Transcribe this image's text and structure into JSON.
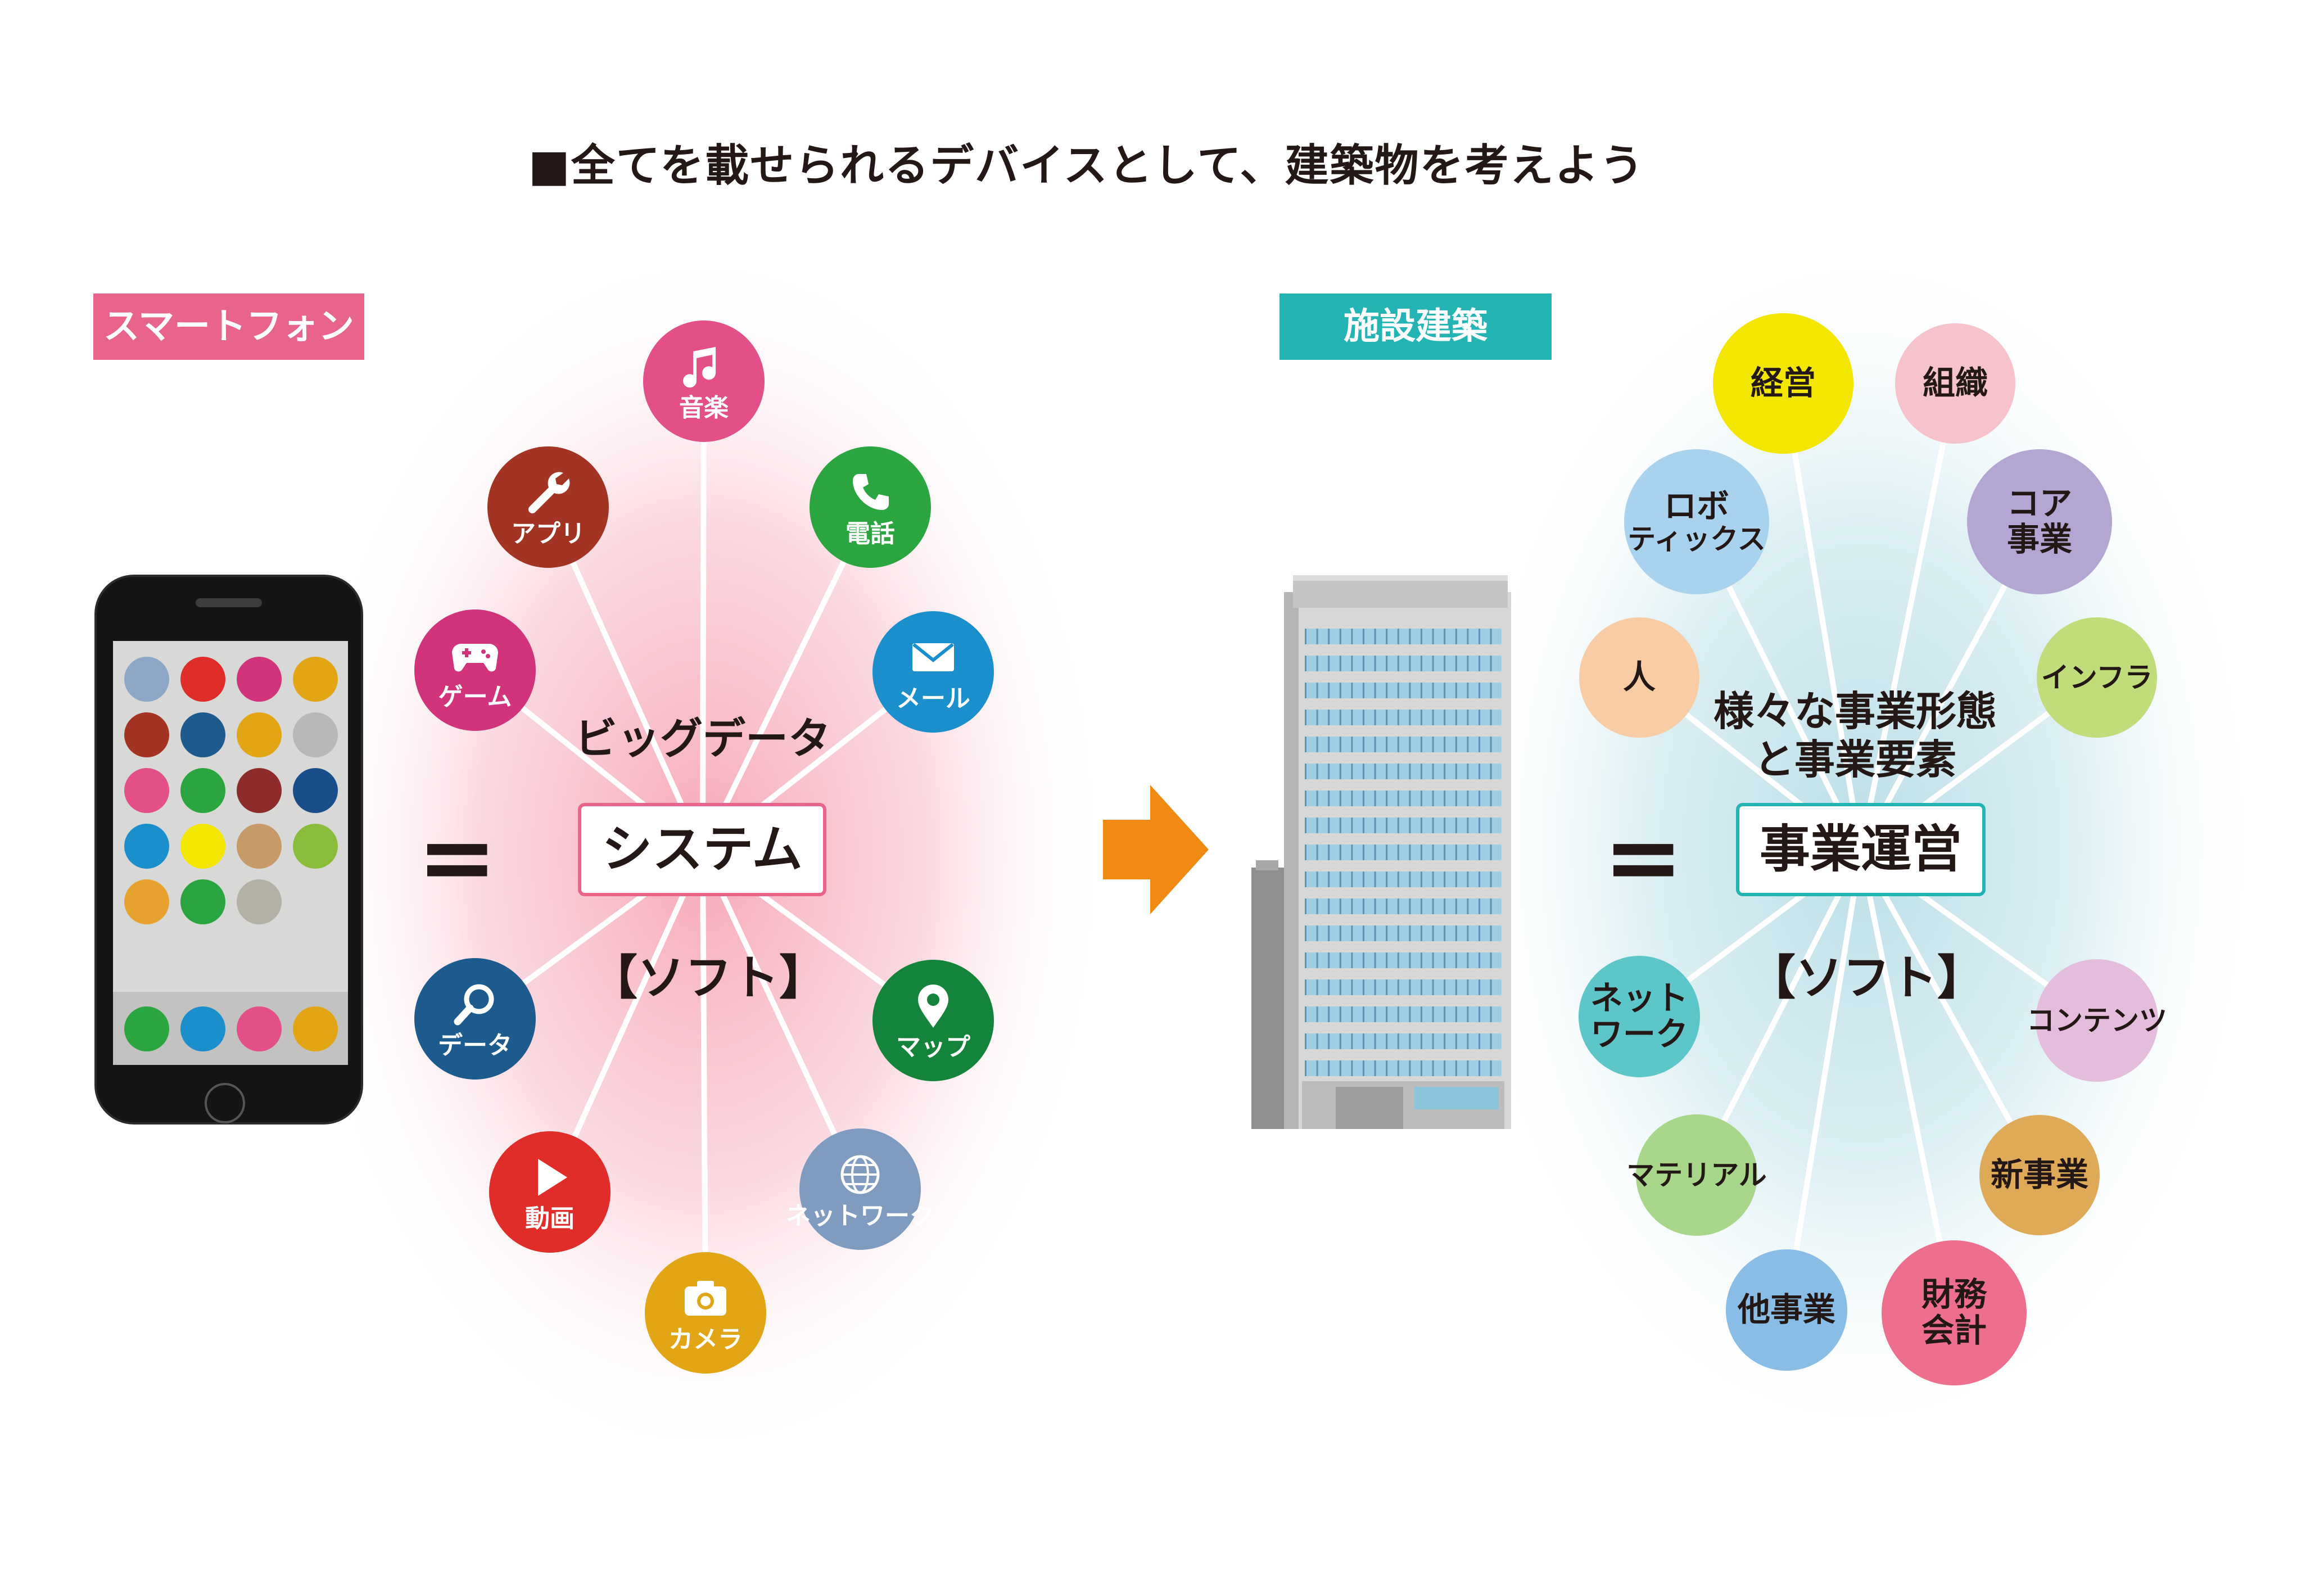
{
  "title": "■全てを載せられるデバイスとして、建築物を考えよう",
  "left": {
    "tag": "スマートフォン",
    "tag_color": "#e8648a",
    "equals": "=",
    "hub": "システム",
    "hub_caption": "ビッグデータ",
    "soft": "【ソフト】",
    "nodes": [
      {
        "label": "音楽",
        "color": "#e34f87",
        "icon": "music-note-icon"
      },
      {
        "label": "電話",
        "color": "#2ba53f",
        "icon": "phone-icon"
      },
      {
        "label": "メール",
        "color": "#1a8fcc",
        "icon": "mail-icon"
      },
      {
        "label": "マップ",
        "color": "#13843a",
        "icon": "map-pin-icon"
      },
      {
        "label": "ネットワーク",
        "color": "#7f9bbf",
        "icon": "globe-icon"
      },
      {
        "label": "カメラ",
        "color": "#e2a516",
        "icon": "camera-icon"
      },
      {
        "label": "動画",
        "color": "#e02d29",
        "icon": "play-icon"
      },
      {
        "label": "データ",
        "color": "#1d5a8e",
        "icon": "magnifier-icon"
      },
      {
        "label": "ゲーム",
        "color": "#d2347c",
        "icon": "gamepad-icon"
      },
      {
        "label": "アプリ",
        "color": "#a33322",
        "icon": "wrench-icon"
      }
    ]
  },
  "arrow_color": "#f08a12",
  "right": {
    "tag": "施設建築",
    "tag_color": "#24b4b4",
    "equals": "=",
    "hub": "事業運営",
    "hub_caption_line1": "様々な事業形態",
    "hub_caption_line2": "と事業要素",
    "soft": "【ソフト】",
    "nodes": [
      {
        "label": "経営",
        "color": "#f3e600"
      },
      {
        "label": "組織",
        "color": "#f6c2cc"
      },
      {
        "label": "コア\n事業",
        "color": "#b3a6d3"
      },
      {
        "label": "インフラ",
        "color": "#c0dc7b"
      },
      {
        "label": "コンテンツ",
        "color": "#e4bcdc"
      },
      {
        "label": "新事業",
        "color": "#dfaa57"
      },
      {
        "label": "財務\n会計",
        "color": "#ee6e8d"
      },
      {
        "label": "他事業",
        "color": "#89bde5"
      },
      {
        "label": "マテリアル",
        "color": "#a8d68a"
      },
      {
        "label": "ネット\nワーク",
        "color": "#5cc6c8"
      },
      {
        "label": "人",
        "color": "#f8cca4"
      },
      {
        "label": "ロボ\nティックス",
        "color": "#a9d2ef"
      }
    ]
  }
}
